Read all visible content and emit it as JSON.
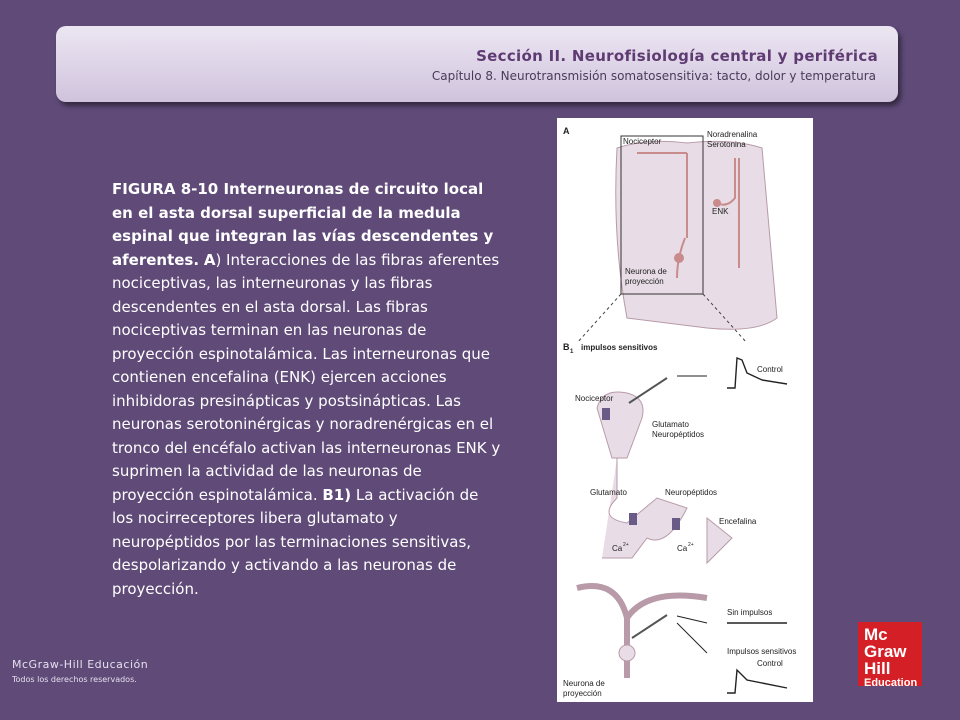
{
  "header": {
    "section": "Sección II.  Neurofisiología central y periférica",
    "chapter": "Capítulo 8.  Neurotransmisión somatosensitiva: tacto, dolor y temperatura"
  },
  "caption": {
    "title": "FIGURA 8-10 Interneuronas de circuito local en el asta dorsal superficial de la medula espinal que integran las vías descendentes y aferentes.",
    "a_label": "A",
    "a_text": ") Interacciones de las fibras aferentes nociceptivas, las interneuronas y las fibras descendentes en el asta dorsal. Las fibras nociceptivas terminan en las neuronas de proyección espinotalámica. Las interneuronas que contienen encefalina (ENK) ejercen acciones inhibidoras presinápticas y postsinápticas. Las neuronas serotoninérgicas y noradrenérgicas en el tronco del encéfalo activan las interneuronas ENK y suprimen la actividad de las neuronas de proyección espinotalámica.",
    "b_label": "B1)",
    "b_text": " La activación de los nocirreceptores libera glutamato y neuropéptidos por las terminaciones sensitivas, despolarizando y activando a las neuronas de proyección."
  },
  "figure": {
    "panel_a": "A",
    "nociceptor_a": "Nociceptor",
    "noradrenalina": "Noradrenalina",
    "serotonina": "Serotonina",
    "enk": "ENK",
    "neurona_a_1": "Neurona de",
    "neurona_a_2": "proyección",
    "panel_b": "B",
    "panel_b_sub": "1",
    "impulsos": "impulsos sensitivos",
    "control_1": "Control",
    "nociceptor_b": "Nociceptor",
    "glutamato_1": "Glutamato",
    "neuropeptidos_1": "Neuropéptidos",
    "glutamato_2": "Glutamato",
    "neuropeptidos_2": "Neuropéptidos",
    "encefalina": "Encefalina",
    "ca_left": "Ca",
    "ca_right": "Ca",
    "ca_sup": "2+",
    "sin_impulsos": "Sin impulsos",
    "impulsos_sens": "Impulsos sensitivos",
    "control_2": "Control",
    "neurona_b_1": "Neurona de",
    "neurona_b_2": "proyección"
  },
  "footer": {
    "publisher": "McGraw-Hill Educación",
    "rights": "Todos los derechos reservados."
  },
  "logo": {
    "line1": "Mc",
    "line2": "Graw",
    "line3": "Hill",
    "line4": "Education"
  },
  "colors": {
    "background": "#5f4a78",
    "logo_red": "#d41f26",
    "tissue": "#e8dde6",
    "neuron_pink": "#c98b8b"
  }
}
